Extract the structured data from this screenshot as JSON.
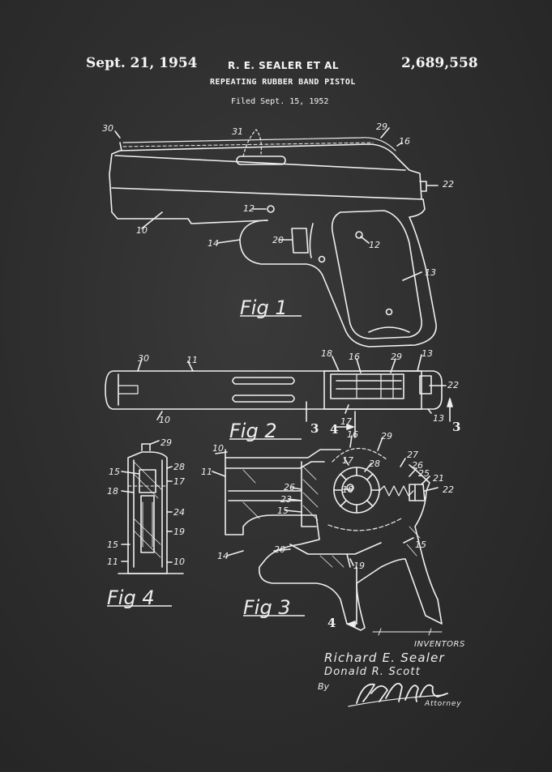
{
  "header": {
    "date": "Sept. 21, 1954",
    "inventors_short": "R. E. SEALER ET AL",
    "patent_number": "2,689,558",
    "title": "REPEATING RUBBER BAND PISTOL",
    "filed": "Filed Sept. 15, 1952"
  },
  "figures": {
    "fig1": "Fig 1",
    "fig2": "Fig 2",
    "fig3": "Fig 3",
    "fig4": "Fig 4"
  },
  "refs": {
    "n30": "30",
    "n31": "31",
    "n29": "29",
    "n16": "16",
    "n22": "22",
    "n12": "12",
    "n10": "10",
    "n20": "20",
    "n14": "14",
    "n13": "13",
    "n11": "11",
    "n18": "18",
    "n17": "17",
    "n15": "15",
    "n28": "28",
    "n24": "24",
    "n19": "19",
    "n27": "27",
    "n26": "26",
    "n25": "25",
    "n21": "21",
    "n23": "23",
    "sec3": "3",
    "sec4": "4"
  },
  "signature": {
    "heading": "INVENTORS",
    "inventor1": "Richard E. Sealer",
    "inventor2": "Donald R. Scott",
    "by": "By",
    "attorney": "Attorney"
  },
  "colors": {
    "background": "#2f2f2f",
    "ink": "#f2f2f2"
  }
}
